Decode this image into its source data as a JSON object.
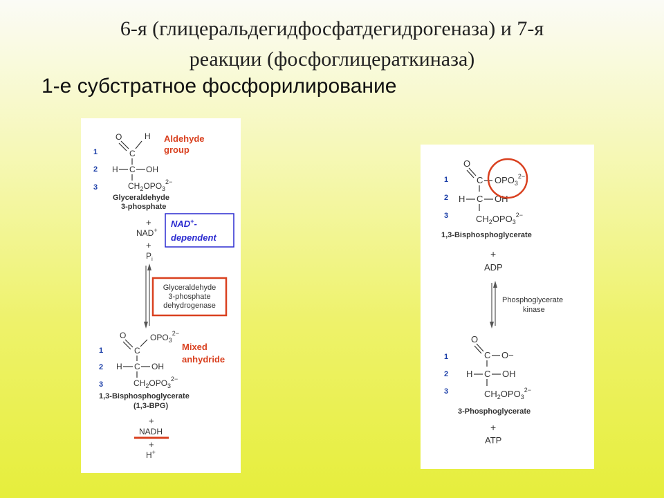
{
  "title": {
    "line1": "6-я (глицеральдегидфосфатдегидрогеназа) и 7-я",
    "line2": "реакции (фосфоглицераткиназа)"
  },
  "subtitle": "1-е субстратное фосфорилирование",
  "left_panel": {
    "step_numbers": [
      "1",
      "2",
      "3"
    ],
    "substrate": {
      "atoms": {
        "o": "O",
        "h": "H",
        "c1": "C",
        "h2": "H",
        "c2": "C",
        "oh": "OH",
        "ch2opo3": "CH",
        "sub2": "2",
        "opo": "OPO",
        "sub3": "3",
        "charge": "2−"
      },
      "name_line1": "Glyceraldehyde",
      "name_line2": "3-phosphate",
      "label_line1": "Aldehyde",
      "label_line2": "group"
    },
    "cofactors": {
      "plus1": "+",
      "nad": "NAD",
      "nad_sup": "+",
      "plus2": "+",
      "pi": "P",
      "pi_sub": "i"
    },
    "nad_box": {
      "line1": "NAD",
      "line1_sup": "+",
      "line1_end": "-",
      "line2": "dependent"
    },
    "enzyme": {
      "line1": "Glyceraldehyde",
      "line2": "3-phosphate",
      "line3": "dehydrogenase"
    },
    "product": {
      "atoms": {
        "o": "O",
        "c1": "C",
        "opo3": "OPO",
        "sub3": "3",
        "charge": "2−",
        "h": "H",
        "c2": "C",
        "oh": "OH",
        "ch2": "CH",
        "sub2": "2",
        "opo": "OPO",
        "sub3b": "3",
        "charge2": "2−"
      },
      "name_line1": "1,3-Bisphosphoglycerate",
      "name_line2": "(1,3-BPG)",
      "label_line1": "Mixed",
      "label_line2": "anhydride"
    },
    "products": {
      "plus1": "+",
      "nadh": "NADH",
      "plus2": "+",
      "h": "H",
      "h_sup": "+"
    }
  },
  "right_panel": {
    "step_numbers_top": [
      "1",
      "2",
      "3"
    ],
    "step_numbers_bottom": [
      "1",
      "2",
      "3"
    ],
    "substrate": {
      "atoms": {
        "o": "O",
        "c1": "C",
        "opo3": "OPO",
        "sub3": "3",
        "charge": "2−",
        "h": "H",
        "c2": "C",
        "oh": "OH",
        "ch2": "CH",
        "sub2": "2",
        "opo": "OPO",
        "sub3b": "3",
        "charge2": "2−"
      },
      "name": "1,3-Bisphosphoglycerate"
    },
    "cofactor": {
      "plus": "+",
      "adp": "ADP"
    },
    "enzyme": {
      "line1": "Phosphoglycerate",
      "line2": "kinase"
    },
    "product": {
      "atoms": {
        "o": "O",
        "c1": "C",
        "ominus": "O−",
        "h": "H",
        "c2": "C",
        "oh": "OH",
        "ch2": "CH",
        "sub2": "2",
        "opo": "OPO",
        "sub3": "3",
        "charge": "2−"
      },
      "name": "3-Phosphoglycerate"
    },
    "products": {
      "plus": "+",
      "atp": "ATP"
    }
  },
  "colors": {
    "highlight": "#d9401f",
    "nad_box": "#2a2ad0",
    "step_numbers": "#1b3ea8"
  }
}
